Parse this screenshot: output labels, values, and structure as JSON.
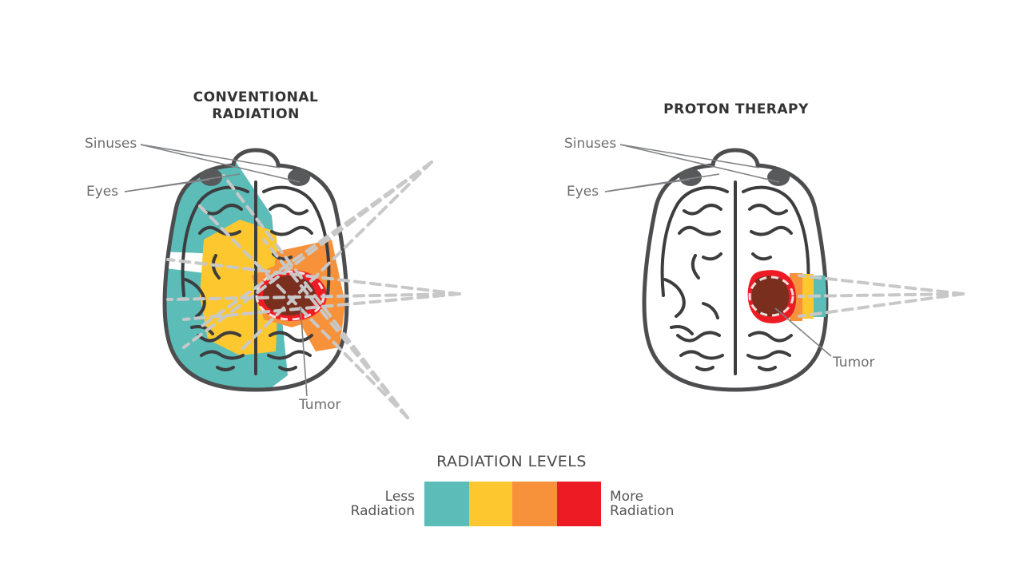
{
  "conventional": {
    "title_line1": "CONVENTIONAL",
    "title_line2": "RADIATION",
    "labels": {
      "sinuses": "Sinuses",
      "eyes": "Eyes",
      "tumor": "Tumor"
    }
  },
  "proton": {
    "title": "PROTON THERAPY",
    "labels": {
      "sinuses": "Sinuses",
      "eyes": "Eyes",
      "tumor": "Tumor"
    }
  },
  "legend": {
    "title": "RADIATION LEVELS",
    "less_line1": "Less",
    "less_line2": "Radiation",
    "more_line1": "More",
    "more_line2": "Radiation",
    "swatches": [
      {
        "name": "teal",
        "color": "#5bbcb8"
      },
      {
        "name": "yellow",
        "color": "#fdc82f"
      },
      {
        "name": "orange",
        "color": "#f7923a"
      },
      {
        "name": "red",
        "color": "#ed1c24"
      }
    ]
  },
  "colors": {
    "teal": "#5bbcb8",
    "yellow": "#fdc82f",
    "orange": "#f7923a",
    "red": "#ed1c24",
    "tumor": "#7a2e1e",
    "outline": "#4d4d4f",
    "beam": "#c8c8c8"
  }
}
